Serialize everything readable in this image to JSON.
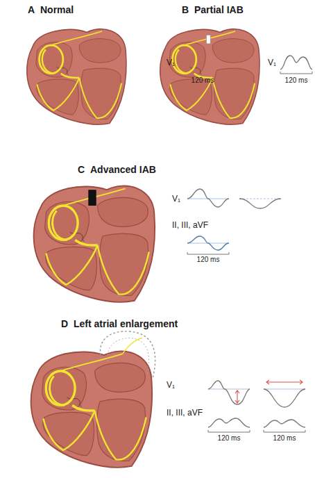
{
  "diagram": {
    "labels": [
      "A",
      "Normal",
      "V₁",
      "120 ms",
      "B",
      "Partial IAB",
      "V₁",
      "120 ms",
      "C",
      "Advanced IAB",
      "V₁",
      "II, III, aVF",
      "120 ms",
      "D",
      "Left atrial enlargement",
      "V₁",
      "II, III, aVF",
      "120 ms",
      "120 ms"
    ]
  }
}
